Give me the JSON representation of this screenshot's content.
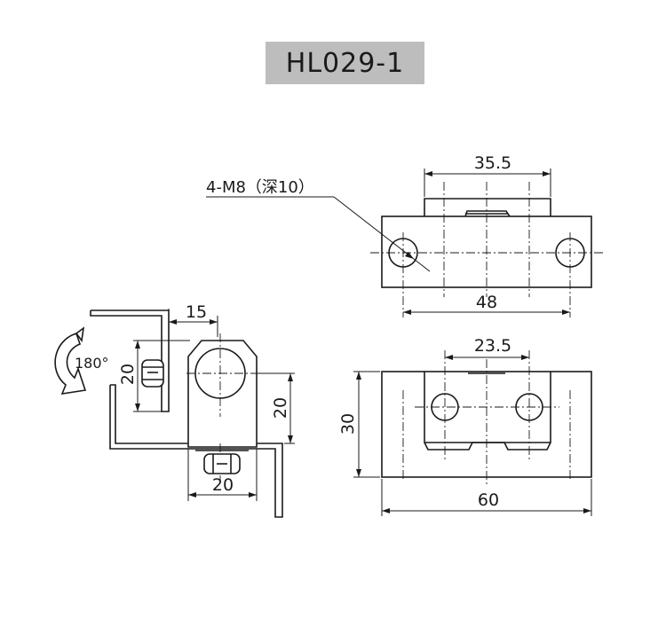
{
  "title": "HL029-1",
  "labels": {
    "hole_spec": "4-M8（深10）",
    "rotation": "180°",
    "top_width_upper": "35.5",
    "top_width_lower": "48",
    "side_offset": "15",
    "side_height_left": "20",
    "side_height_right": "20",
    "side_width_bottom": "20",
    "front_hole_spacing": "23.5",
    "front_height": "30",
    "front_width": "60"
  }
}
